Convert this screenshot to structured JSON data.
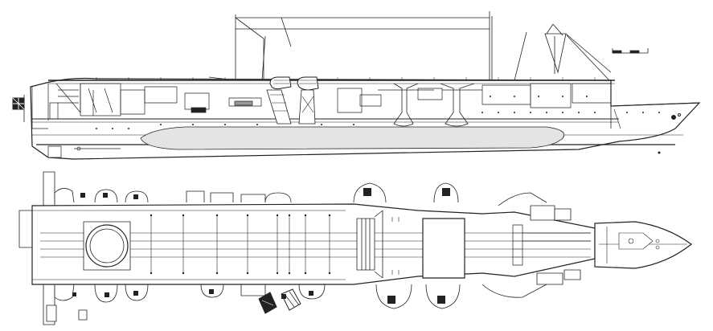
{
  "drawing": {
    "subject": "aircraft-carrier",
    "views": [
      "side-elevation",
      "flight-deck-plan"
    ],
    "scale_bar": {
      "label": ""
    },
    "colors": {
      "line": "#222222",
      "paper": "#ffffff",
      "hull": "#ffffff",
      "shade": "#d8d8d8"
    },
    "icons": {
      "ensign": "flag-icon",
      "funnel": "funnel-icon",
      "aa-gun": "aa-gun-mount-icon",
      "elevator": "deck-elevator-icon"
    }
  }
}
